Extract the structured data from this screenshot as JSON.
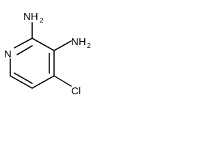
{
  "molecule": {
    "atoms": {
      "n1": {
        "symbol": "N",
        "subscript": ""
      },
      "amino_c2": {
        "symbol": "NH",
        "subscript": "2"
      },
      "amino_c3": {
        "symbol": "NH",
        "subscript": "2"
      },
      "chloro_c4": {
        "symbol": "Cl",
        "subscript": ""
      }
    }
  }
}
